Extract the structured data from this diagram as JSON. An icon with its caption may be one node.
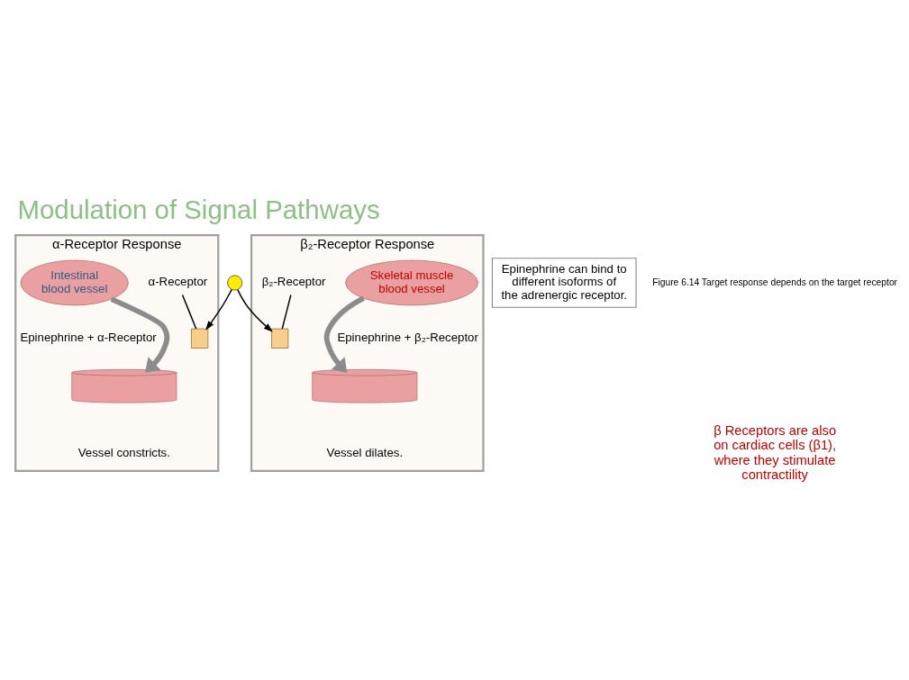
{
  "diagram": {
    "title": "Modulation of Signal Pathways",
    "nodes": [
      {
        "text": [],
        "shape": "circle"
      },
      {
        "text": [
          "Epinephrine can bind to different isoforms of the adrenergic receptor."
        ]
      },
      {
        "text": [
          "α-Receptor Response"
        ]
      },
      {
        "text": [
          "α-Receptor"
        ],
        "in": 2
      },
      {
        "text": [
          "Intestinal blood vessel"
        ],
        "in": 2,
        "beside": [
          "Epinephrine + α-Receptor"
        ]
      },
      {
        "text": [],
        "shape": "box",
        "in": 2
      },
      {
        "text": [],
        "shape": "cylinder",
        "in": 2,
        "beside": [
          "Vessel constricts."
        ]
      },
      {
        "text": [
          "β₂-Receptor Response"
        ]
      },
      {
        "text": [
          "β₂-Receptor"
        ],
        "in": 7
      },
      {
        "text": [],
        "shape": "box",
        "in": 7
      },
      {
        "text": [
          "Skeletal muscle blood vessel"
        ],
        "in": 7,
        "beside": [
          "Epinephrine + β₂-Receptor"
        ]
      },
      {
        "text": [],
        "shape": "cylinder",
        "in": 7,
        "beside": [
          "Vessel dilates."
        ]
      }
    ],
    "edges": [
      {
        "from": 0,
        "to": 5,
        "arrow": "to"
      },
      {
        "from": 0,
        "to": 9,
        "arrow": "to"
      },
      {
        "from": 3,
        "to": 5,
        "arrow": "none"
      },
      {
        "from": 8,
        "to": 9,
        "arrow": "none"
      },
      {
        "from": 4,
        "to": 6,
        "arrow": "to",
        "style": "thick",
        "color": "#8c8c8c"
      },
      {
        "from": 10,
        "to": 11,
        "arrow": "to",
        "style": "thick",
        "color": "#8c8c8c"
      }
    ],
    "labels": [
      "Figure 6.14 Target response depends on the target receptor",
      "β Receptors are also on cardiac cells (β1), where they stimulate contractility"
    ]
  }
}
